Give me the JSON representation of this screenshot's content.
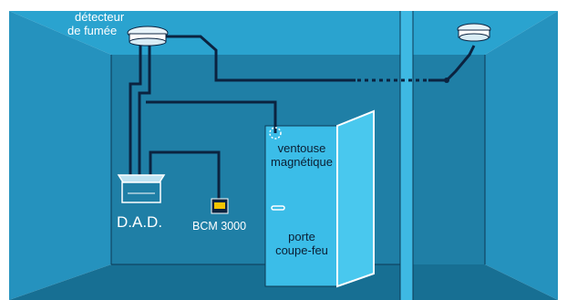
{
  "labels": {
    "smoke_detector_line1": "détecteur",
    "smoke_detector_line2": "de fumée",
    "magnet_line1": "ventouse",
    "magnet_line2": "magnétique",
    "dad": "D.A.D.",
    "bcm": "BCM 3000",
    "door_line1": "porte",
    "door_line2": "coupe-feu"
  },
  "colors": {
    "background": "#ffffff",
    "room_back": "#1f7fa6",
    "wall_side": "#2592be",
    "ceiling": "#2aa3cf",
    "floor": "#176f93",
    "pillar": "#3eb9e3",
    "door": "#3bbde8",
    "cable": "#0b2340",
    "text_light": "#ffffff",
    "text_dark": "#0b1e33"
  }
}
